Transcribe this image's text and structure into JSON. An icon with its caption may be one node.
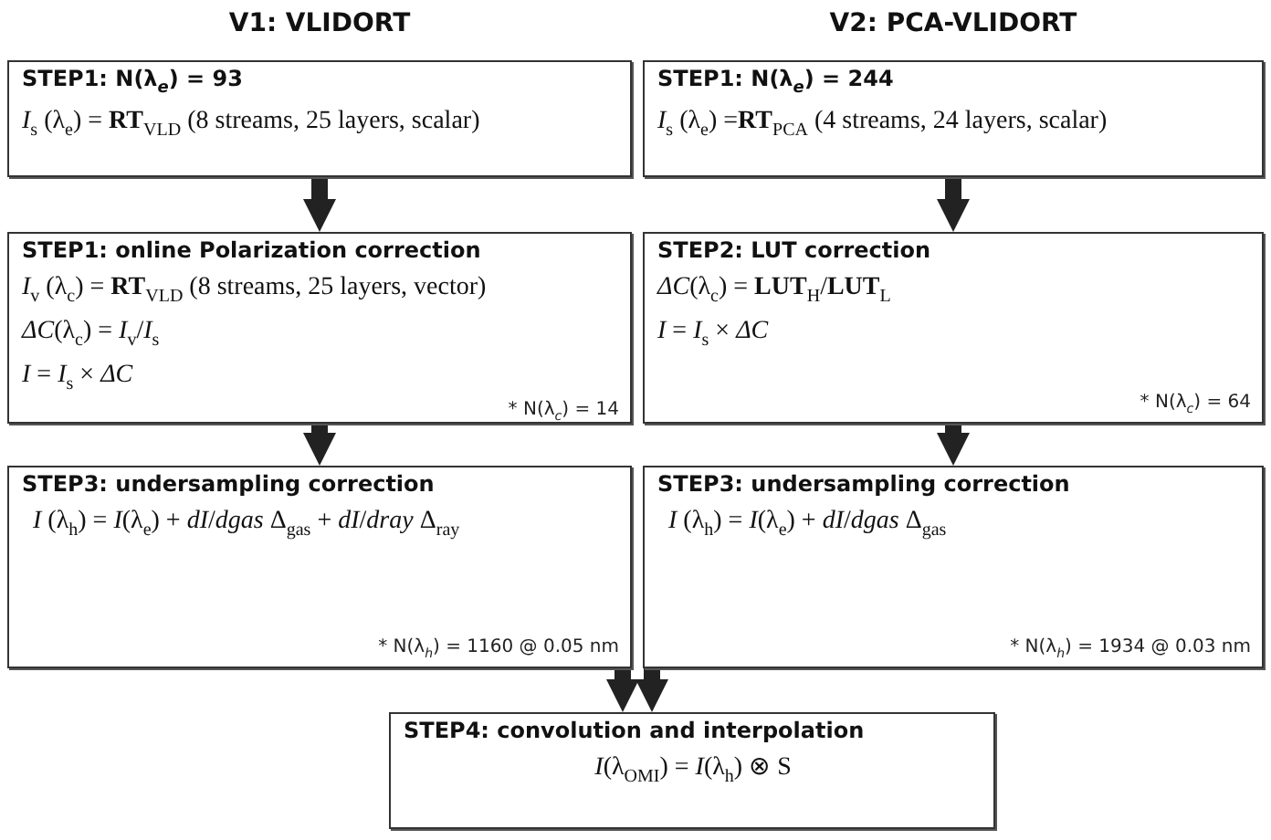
{
  "diagram": {
    "nodes": [
      {
        "text": [
          "STEP1: N(λ$_{e}$) = 93",
          "*I*$_{s}$ (λ$_{e}$) = **RT**$_{VLD}$ (8 streams, 25 layers, scalar)"
        ]
      },
      {
        "text": [
          "STEP1: online Polarization correction",
          "*I*$_{v}$ (λ$_{c}$) = **RT**$_{VLD}$ (8 streams, 25 layers, vector)",
          "*ΔC*(λ$_{c}$) = *I*$_{v}$/*I*$_{s}$",
          "*I* = *I*$_{s}$ × *ΔC*",
          "* N(λ$_{c}$) = 14"
        ]
      },
      {
        "text": [
          "STEP3: undersampling correction",
          "*I* (λ$_{h}$) = *I*(λ$_{e}$) + *dI*/*dgas* Δ$_{gas}$ + *dI*/*dray* Δ$_{ray}$",
          "* N(λ$_{h}$) = 1160 @ 0.05 nm"
        ]
      },
      {
        "text": [
          "STEP1: N(λ$_{e}$) = 244",
          "*I*$_{s}$ (λ$_{e}$) =**RT**$_{PCA}$ (4 streams, 24 layers, scalar)"
        ]
      },
      {
        "text": [
          "STEP2: LUT correction",
          "*ΔC*(λ$_{c}$) = **LUT**$_{H}$/**LUT**$_{L}$",
          "*I* = *I*$_{s}$ × *ΔC*",
          "* N(λ$_{c}$) = 64"
        ]
      },
      {
        "text": [
          "STEP3: undersampling correction",
          "*I* (λ$_{h}$) = *I*(λ$_{e}$) + *dI*/*dgas* Δ$_{gas}$",
          "* N(λ$_{h}$) = 1934 @ 0.03 nm"
        ]
      },
      {
        "text": [
          "STEP4: convolution and interpolation",
          "*I*(λ$_{OMI}$) = *I*(λ$_{h}$) ⊗ S"
        ]
      }
    ],
    "edges": [
      {
        "from": 0,
        "to": 1,
        "arrow": "to"
      },
      {
        "from": 1,
        "to": 2,
        "arrow": "to"
      },
      {
        "from": 3,
        "to": 4,
        "arrow": "to"
      },
      {
        "from": 4,
        "to": 5,
        "arrow": "to"
      },
      {
        "from": 2,
        "to": 6,
        "arrow": "to"
      },
      {
        "from": 5,
        "to": 6,
        "arrow": "to"
      }
    ],
    "labels": [
      "V1: VLIDORT",
      "V2: PCA-VLIDORT"
    ]
  }
}
